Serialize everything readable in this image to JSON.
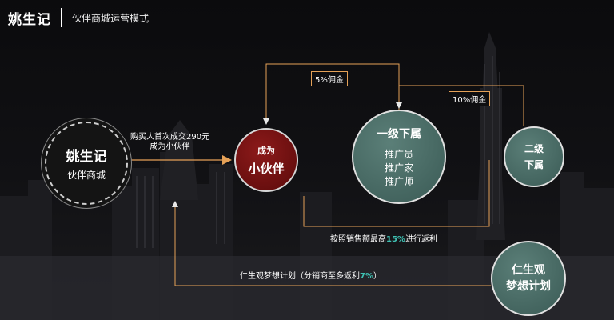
{
  "header": {
    "brand": "姚生记",
    "subtitle": "伙伴商城运营模式"
  },
  "nodes": {
    "mall": {
      "line1": "姚生记",
      "line2": "伙伴商城"
    },
    "partner": {
      "line1": "成为",
      "line2": "小伙伴"
    },
    "first_level": {
      "title": "一级下属",
      "roles": [
        "推广员",
        "推广家",
        "推广师"
      ]
    },
    "second_level": {
      "line1": "二级",
      "line2": "下属"
    },
    "dream_plan": {
      "line1": "仁生观",
      "line2": "梦想计划"
    }
  },
  "labels": {
    "commission_5": "5%佣金",
    "commission_10": "10%佣金",
    "purchase_line1": "购买人首次成交290元",
    "purchase_line2": "成为小伙伴",
    "rebate_prefix": "按照销售额最高",
    "rebate_pct": "15%",
    "rebate_suffix": "进行返利",
    "dream_prefix": "仁生观梦想计划（分销商至多返利",
    "dream_pct": "7%",
    "dream_suffix": "）"
  },
  "colors": {
    "accent_orange": "#e5a157",
    "highlight_teal": "#3fc1b3",
    "partner_red": "#7a1414",
    "node_teal": "#4a6d67"
  }
}
